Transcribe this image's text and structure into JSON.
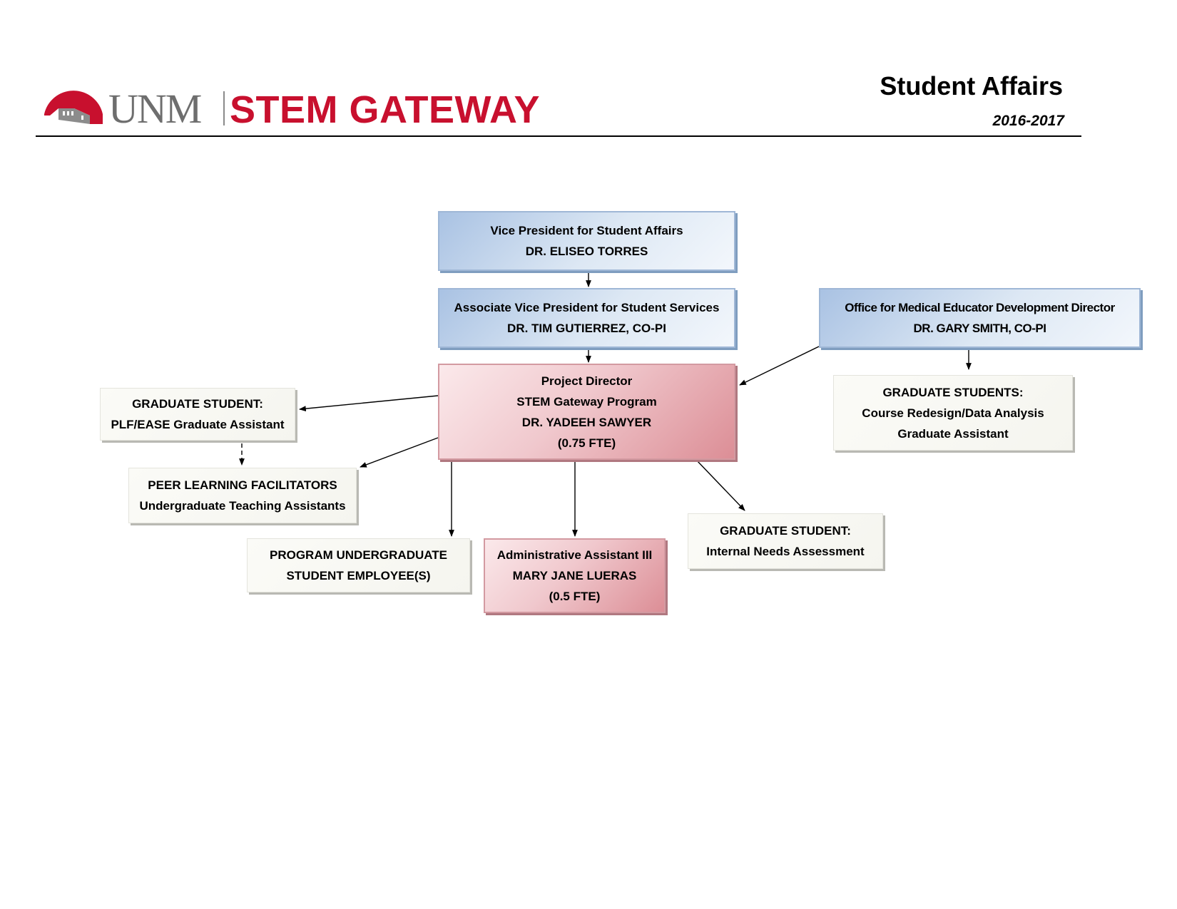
{
  "header": {
    "logo_unm": "UNM",
    "logo_stem": "STEM GATEWAY",
    "title": "Student Affairs",
    "year": "2016-2017"
  },
  "colors": {
    "brand_red": "#c8102e",
    "blue_box": "#b8cce6",
    "pink_box": "#e8a9b0",
    "neutral_box": "#f6f6f0"
  },
  "org_chart": {
    "vp": {
      "line1": "Vice President for Student Affairs",
      "line2": "DR. ELISEO TORRES"
    },
    "avp": {
      "line1": "Associate Vice President for Student Services",
      "line2": "DR. TIM GUTIERREZ, CO-PI"
    },
    "omed": {
      "line1": "Office for Medical Educator Development Director",
      "line2": "DR. GARY SMITH, CO-PI"
    },
    "director": {
      "line1": "Project Director",
      "line2": "STEM Gateway Program",
      "line3": "DR. YADEEH SAWYER",
      "line4": "(0.75 FTE)"
    },
    "grad_plf": {
      "line1": "GRADUATE STUDENT:",
      "line2": "PLF/EASE Graduate Assistant"
    },
    "peer": {
      "line1": "PEER LEARNING FACILITATORS",
      "line2": "Undergraduate Teaching Assistants"
    },
    "undergrad": {
      "line1": "PROGRAM UNDERGRADUATE",
      "line2": "STUDENT EMPLOYEE(S)"
    },
    "admin": {
      "line1": "Administrative Assistant III",
      "line2": "MARY JANE LUERAS",
      "line3": "(0.5 FTE)"
    },
    "grad_needs": {
      "line1": "GRADUATE STUDENT:",
      "line2": "Internal Needs Assessment"
    },
    "grad_redesign": {
      "line1": "GRADUATE STUDENTS:",
      "line2": "Course Redesign/Data Analysis",
      "line3": "Graduate Assistant"
    }
  }
}
